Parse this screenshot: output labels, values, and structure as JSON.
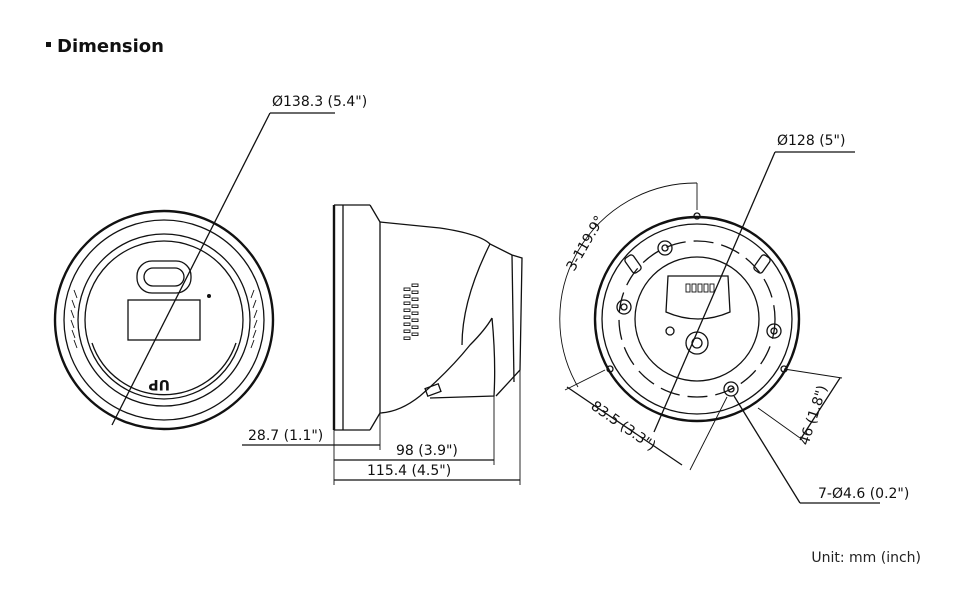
{
  "header": {
    "title": "Dimension"
  },
  "footer": {
    "unit_note": "Unit: mm (inch)"
  },
  "dimensions": {
    "outer_diameter": "Ø138.3 (5.4\")",
    "base_diameter": "Ø128 (5\")",
    "base_depth": "28.7 (1.1\")",
    "body_depth": "98 (3.9\")",
    "total_depth": "115.4 (4.5\")",
    "angle": "3-119.9°",
    "hole_spacing": "83.5 (3.3\")",
    "slot_width": "46 (1.8\")",
    "holes": "7-Ø4.6 (0.2\")"
  },
  "views": {
    "front_marking": "UP"
  }
}
